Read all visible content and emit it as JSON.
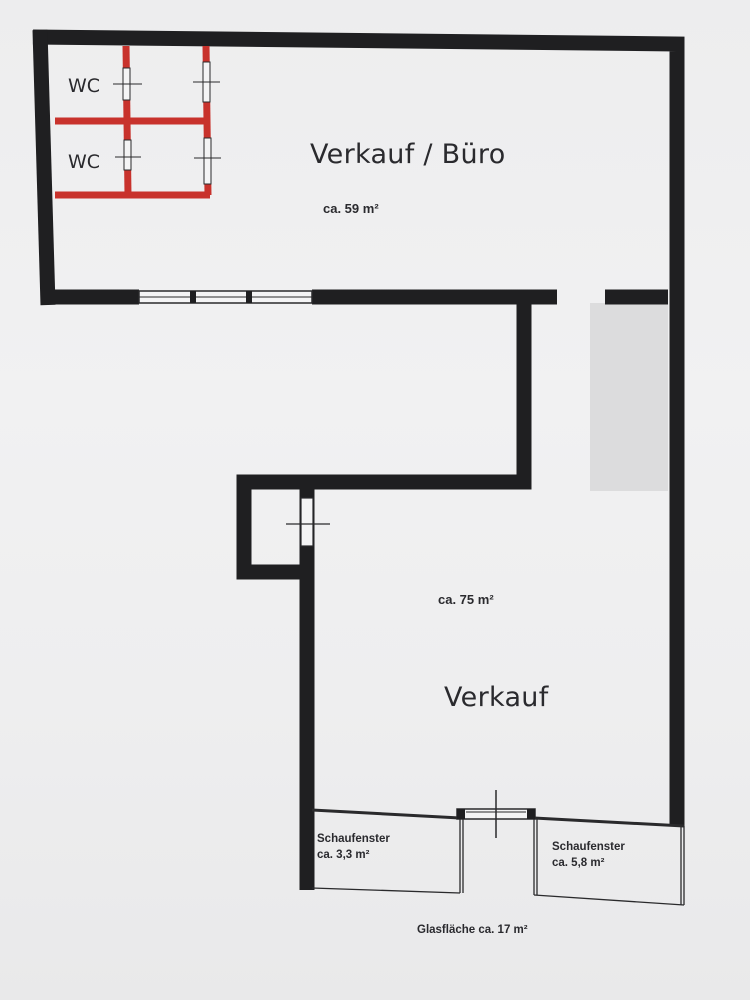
{
  "rooms": {
    "upper": {
      "title": "Verkauf / Büro",
      "area": "ca. 59 m²"
    },
    "lower": {
      "title": "Verkauf",
      "area": "ca. 75 m²"
    }
  },
  "wc_labels": [
    "WC",
    "WC"
  ],
  "shop_windows": [
    {
      "label": "Schaufenster",
      "area": "ca. 3,3 m²"
    },
    {
      "label": "Schaufenster",
      "area": "ca. 5,8 m²"
    }
  ],
  "glass_area": "Glasfläche ca. 17 m²",
  "colors": {
    "wall": "#1f1f21",
    "partition": "#c8322c",
    "corridor": "#dcdcdd",
    "paper": "#eeeeef"
  }
}
